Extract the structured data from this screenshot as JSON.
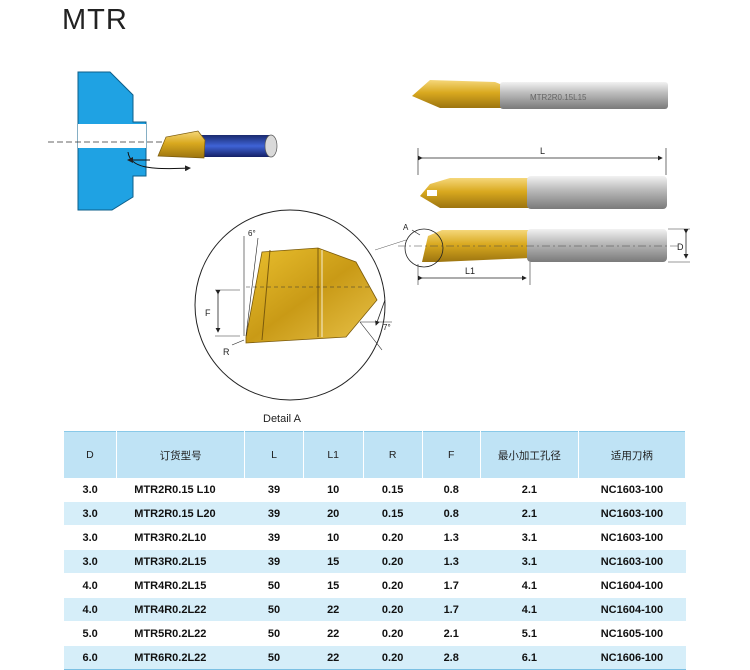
{
  "page": {
    "title": "MTR"
  },
  "figure": {
    "detail_caption": "Detail A",
    "labels": {
      "L": "L",
      "L1": "L1",
      "D": "D",
      "A": "A",
      "F": "F",
      "R": "R",
      "angle_top": "6°",
      "angle_bottom": "7°"
    },
    "shank_marking": "MTR2R0.15L15"
  },
  "table": {
    "headers": [
      "D",
      "订货型号",
      "L",
      "L1",
      "R",
      "F",
      "最小加工孔径",
      "适用刀柄"
    ],
    "rows": [
      [
        "3.0",
        "MTR2R0.15 L10",
        "39",
        "10",
        "0.15",
        "0.8",
        "2.1",
        "NC1603-100"
      ],
      [
        "3.0",
        "MTR2R0.15 L20",
        "39",
        "20",
        "0.15",
        "0.8",
        "2.1",
        "NC1603-100"
      ],
      [
        "3.0",
        "MTR3R0.2L10",
        "39",
        "10",
        "0.20",
        "1.3",
        "3.1",
        "NC1603-100"
      ],
      [
        "3.0",
        "MTR3R0.2L15",
        "39",
        "15",
        "0.20",
        "1.3",
        "3.1",
        "NC1603-100"
      ],
      [
        "4.0",
        "MTR4R0.2L15",
        "50",
        "15",
        "0.20",
        "1.7",
        "4.1",
        "NC1604-100"
      ],
      [
        "4.0",
        "MTR4R0.2L22",
        "50",
        "22",
        "0.20",
        "1.7",
        "4.1",
        "NC1604-100"
      ],
      [
        "5.0",
        "MTR5R0.2L22",
        "50",
        "22",
        "0.20",
        "2.1",
        "5.1",
        "NC1605-100"
      ],
      [
        "6.0",
        "MTR6R0.2L22",
        "50",
        "22",
        "0.20",
        "2.8",
        "6.1",
        "NC1606-100"
      ]
    ]
  }
}
